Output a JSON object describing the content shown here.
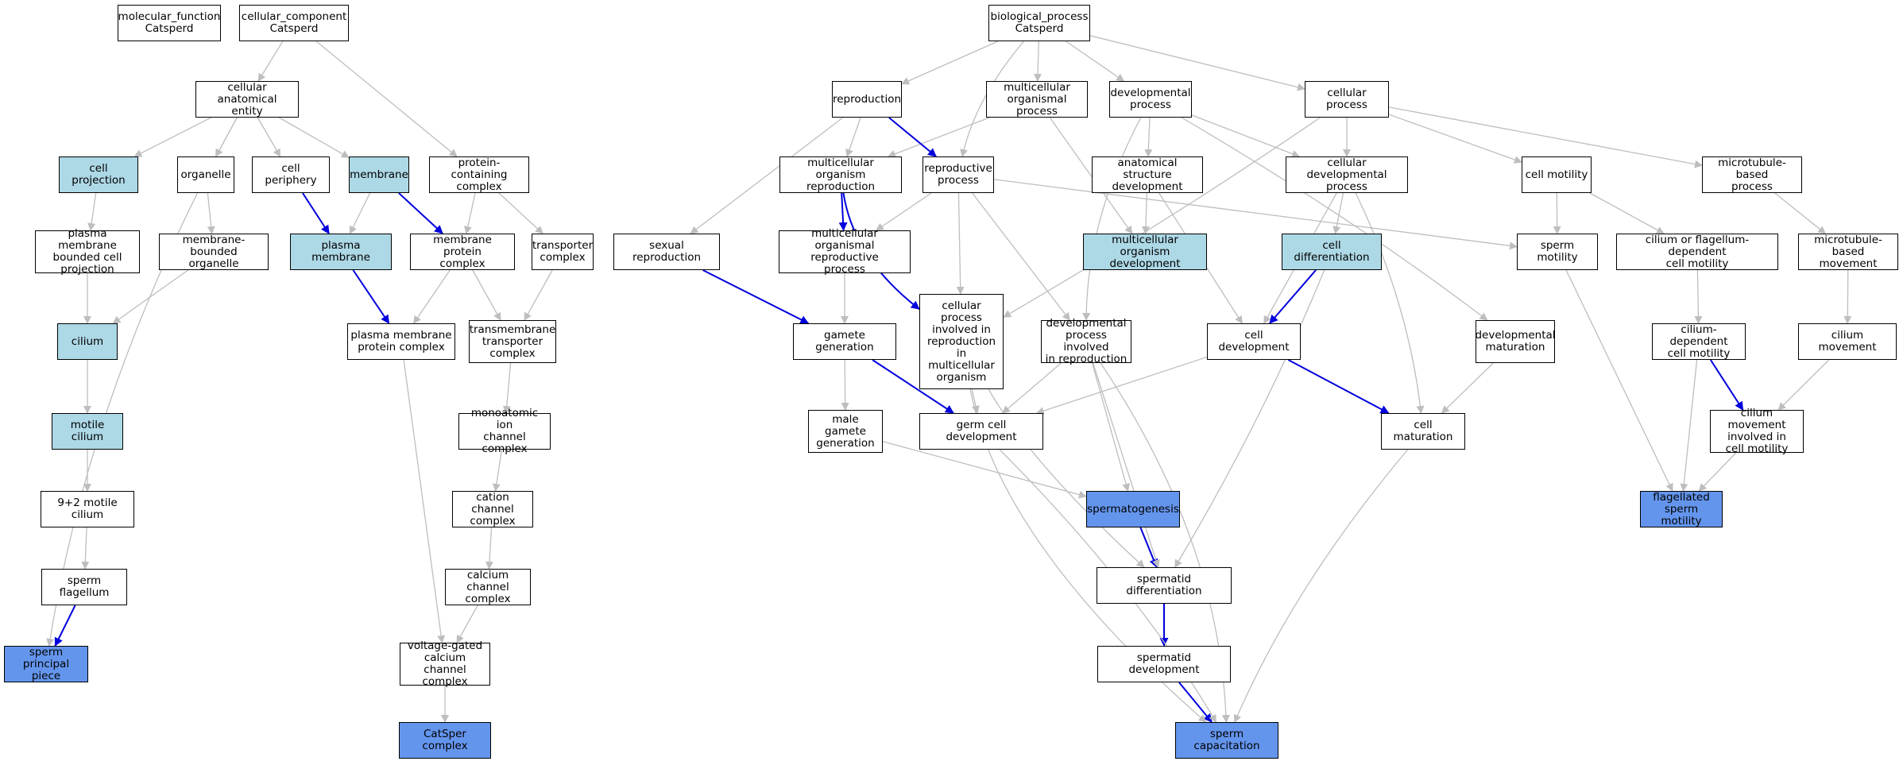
{
  "colors": {
    "plain": "#ffffff",
    "highlight": "#add8e6",
    "query": "#6495ed",
    "edge": "#bebebe",
    "edge_strong": "#0000dd"
  },
  "nodes": {
    "mf": {
      "label": "molecular_function\nCatsperd",
      "style": "plain"
    },
    "cc": {
      "label": "cellular_component\nCatsperd",
      "style": "plain"
    },
    "bp": {
      "label": "biological_process\nCatsperd",
      "style": "plain"
    },
    "cae": {
      "label": "cellular anatomical\nentity",
      "style": "plain"
    },
    "cproj": {
      "label": "cell projection",
      "style": "highlight"
    },
    "organelle": {
      "label": "organelle",
      "style": "plain"
    },
    "cperiph": {
      "label": "cell periphery",
      "style": "plain"
    },
    "membrane": {
      "label": "membrane",
      "style": "highlight"
    },
    "pcc": {
      "label": "protein-containing\ncomplex",
      "style": "plain"
    },
    "pmbcp": {
      "label": "plasma membrane\nbounded cell\nprojection",
      "style": "plain"
    },
    "mbo": {
      "label": "membrane-bounded\norganelle",
      "style": "plain"
    },
    "pm": {
      "label": "plasma membrane",
      "style": "highlight"
    },
    "mpc": {
      "label": "membrane protein\ncomplex",
      "style": "plain"
    },
    "tc": {
      "label": "transporter\ncomplex",
      "style": "plain"
    },
    "cilium": {
      "label": "cilium",
      "style": "highlight"
    },
    "pmpc": {
      "label": "plasma membrane\nprotein complex",
      "style": "plain"
    },
    "ttc": {
      "label": "transmembrane\ntransporter\ncomplex",
      "style": "plain"
    },
    "mcil": {
      "label": "motile cilium",
      "style": "highlight"
    },
    "mic": {
      "label": "monoatomic ion\nchannel complex",
      "style": "plain"
    },
    "m92": {
      "label": "9+2 motile cilium",
      "style": "plain"
    },
    "ccc": {
      "label": "cation channel\ncomplex",
      "style": "plain"
    },
    "sflag": {
      "label": "sperm flagellum",
      "style": "plain"
    },
    "cacc": {
      "label": "calcium channel\ncomplex",
      "style": "plain"
    },
    "spp": {
      "label": "sperm principal\npiece",
      "style": "query"
    },
    "vgcc": {
      "label": "voltage-gated\ncalcium channel\ncomplex",
      "style": "plain"
    },
    "catsper": {
      "label": "CatSper complex",
      "style": "query"
    },
    "repro": {
      "label": "reproduction",
      "style": "plain"
    },
    "mop": {
      "label": "multicellular\norganismal process",
      "style": "plain"
    },
    "devp": {
      "label": "developmental\nprocess",
      "style": "plain"
    },
    "cellp": {
      "label": "cellular process",
      "style": "plain"
    },
    "mor": {
      "label": "multicellular\norganism reproduction",
      "style": "plain"
    },
    "rp": {
      "label": "reproductive\nprocess",
      "style": "plain"
    },
    "asd": {
      "label": "anatomical structure\ndevelopment",
      "style": "plain"
    },
    "cdp": {
      "label": "cellular developmental\nprocess",
      "style": "plain"
    },
    "cmot": {
      "label": "cell motility",
      "style": "plain"
    },
    "mtbp": {
      "label": "microtubule-based\nprocess",
      "style": "plain"
    },
    "sexr": {
      "label": "sexual reproduction",
      "style": "plain"
    },
    "morp": {
      "label": "multicellular\norganismal reproductive\nprocess",
      "style": "plain"
    },
    "mod": {
      "label": "multicellular\norganism development",
      "style": "highlight"
    },
    "cdiff": {
      "label": "cell differentiation",
      "style": "highlight"
    },
    "smot": {
      "label": "sperm motility",
      "style": "plain"
    },
    "cfdcm": {
      "label": "cilium or flagellum-dependent\ncell motility",
      "style": "plain"
    },
    "mtbm": {
      "label": "microtubule-based\nmovement",
      "style": "plain"
    },
    "gamgen": {
      "label": "gamete generation",
      "style": "plain"
    },
    "cpimo": {
      "label": "cellular process\ninvolved in\nreproduction\nin multicellular\norganism",
      "style": "plain"
    },
    "dpir": {
      "label": "developmental\nprocess involved\nin reproduction",
      "style": "plain"
    },
    "cdev": {
      "label": "cell development",
      "style": "plain"
    },
    "devmat": {
      "label": "developmental\nmaturation",
      "style": "plain"
    },
    "cdcm": {
      "label": "cilium-dependent\ncell motility",
      "style": "plain"
    },
    "cmov": {
      "label": "cilium movement",
      "style": "plain"
    },
    "mgg": {
      "label": "male gamete\ngeneration",
      "style": "plain"
    },
    "gcd": {
      "label": "germ cell development",
      "style": "plain"
    },
    "cmat": {
      "label": "cell maturation",
      "style": "plain"
    },
    "cmicm": {
      "label": "cilium movement\ninvolved in\ncell motility",
      "style": "plain"
    },
    "sgen": {
      "label": "spermatogenesis",
      "style": "query"
    },
    "fsm": {
      "label": "flagellated\nsperm motility",
      "style": "query"
    },
    "sdiff": {
      "label": "spermatid differentiation",
      "style": "plain"
    },
    "sdev": {
      "label": "spermatid development",
      "style": "plain"
    },
    "scap": {
      "label": "sperm capacitation",
      "style": "query"
    }
  }
}
